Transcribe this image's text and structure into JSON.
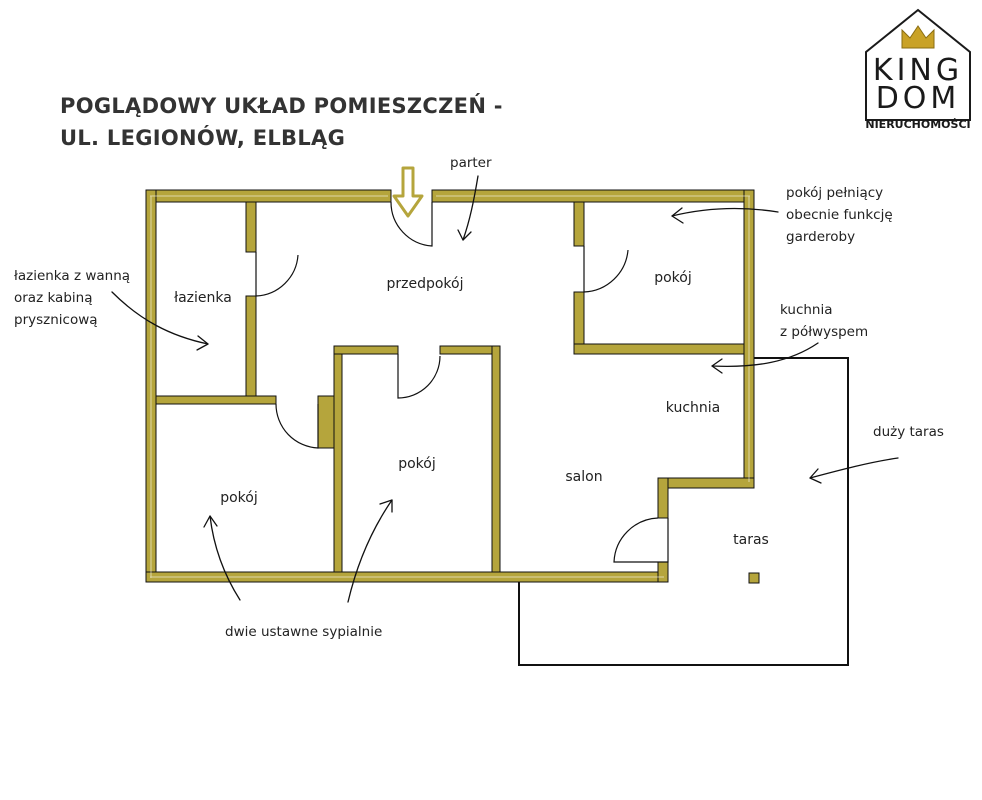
{
  "title": {
    "line1": "POGLĄDOWY UKŁAD POMIESZCZEŃ -",
    "line2": "UL. LEGIONÓW, ELBLĄG"
  },
  "logo": {
    "line1": "KING",
    "line2": "DOM",
    "subtitle": "NIERUCHOMOŚCI",
    "icon": "crown-icon",
    "accent_color": "#c9a227"
  },
  "colors": {
    "wall": "#b5a53c",
    "outline": "#111111",
    "entrance_arrow": "#b5a53c"
  },
  "rooms": {
    "lazienka": "łazienka",
    "przedpokoj": "przedpokój",
    "pokoj_ne": "pokój",
    "kuchnia": "kuchnia",
    "pokoj_mid": "pokój",
    "pokoj_sw": "pokój",
    "salon": "salon",
    "taras": "taras"
  },
  "annotations": {
    "parter": "parter",
    "lazienka_note": [
      "łazienka z wanną",
      "oraz kabiną",
      "prysznicową"
    ],
    "garderoba_note": [
      "pokój pełniący",
      "obecnie funkcję",
      "garderoby"
    ],
    "kuchnia_note": [
      "kuchnia",
      "z półwyspem"
    ],
    "taras_note": "duży taras",
    "sypialnie_note": "dwie ustawne sypialnie"
  }
}
